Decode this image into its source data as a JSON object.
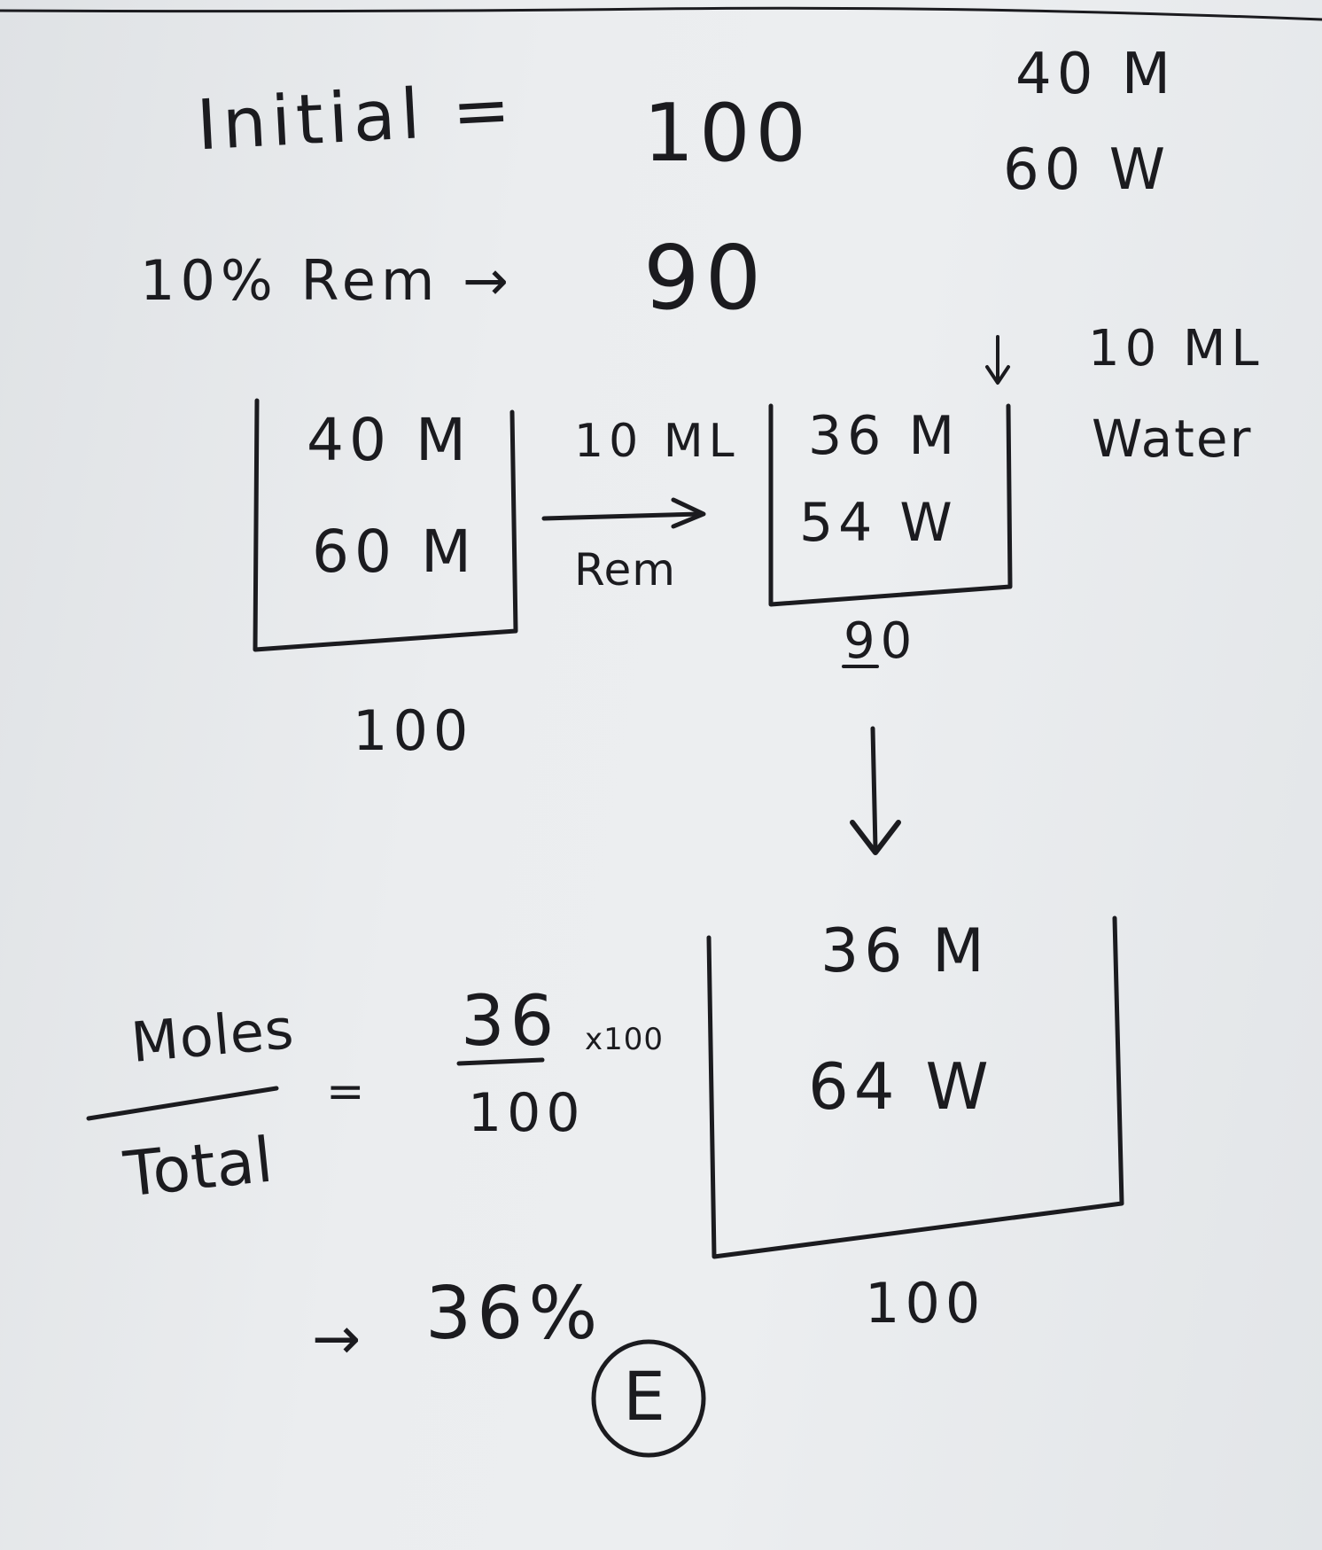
{
  "header": {
    "initial_label": "Initial =",
    "initial_value": "100",
    "removed_label": "10% Rem →",
    "removed_value": "90",
    "mix_methanol": "40 M",
    "mix_water": "60 W"
  },
  "step": {
    "added_amount": "10 ML",
    "added_substance": "Water",
    "beaker_1": {
      "line_1": "40 M",
      "line_2": "60 M",
      "total": "100"
    },
    "transfer_top": "10 ML",
    "transfer_bottom": "Rem",
    "beaker_2": {
      "line_1": "36 M",
      "line_2": "54 W",
      "total": "90"
    },
    "beaker_3": {
      "line_1": "36 M",
      "line_2": "64 W",
      "total": "100"
    }
  },
  "formula": {
    "numerator_label": "Moles",
    "denominator_label": "Total",
    "equals": "=",
    "numerator_value": "36",
    "denominator_value": "100",
    "multiplier": "x100"
  },
  "result": {
    "arrow": "→",
    "value": "36%",
    "answer_choice": "E"
  }
}
